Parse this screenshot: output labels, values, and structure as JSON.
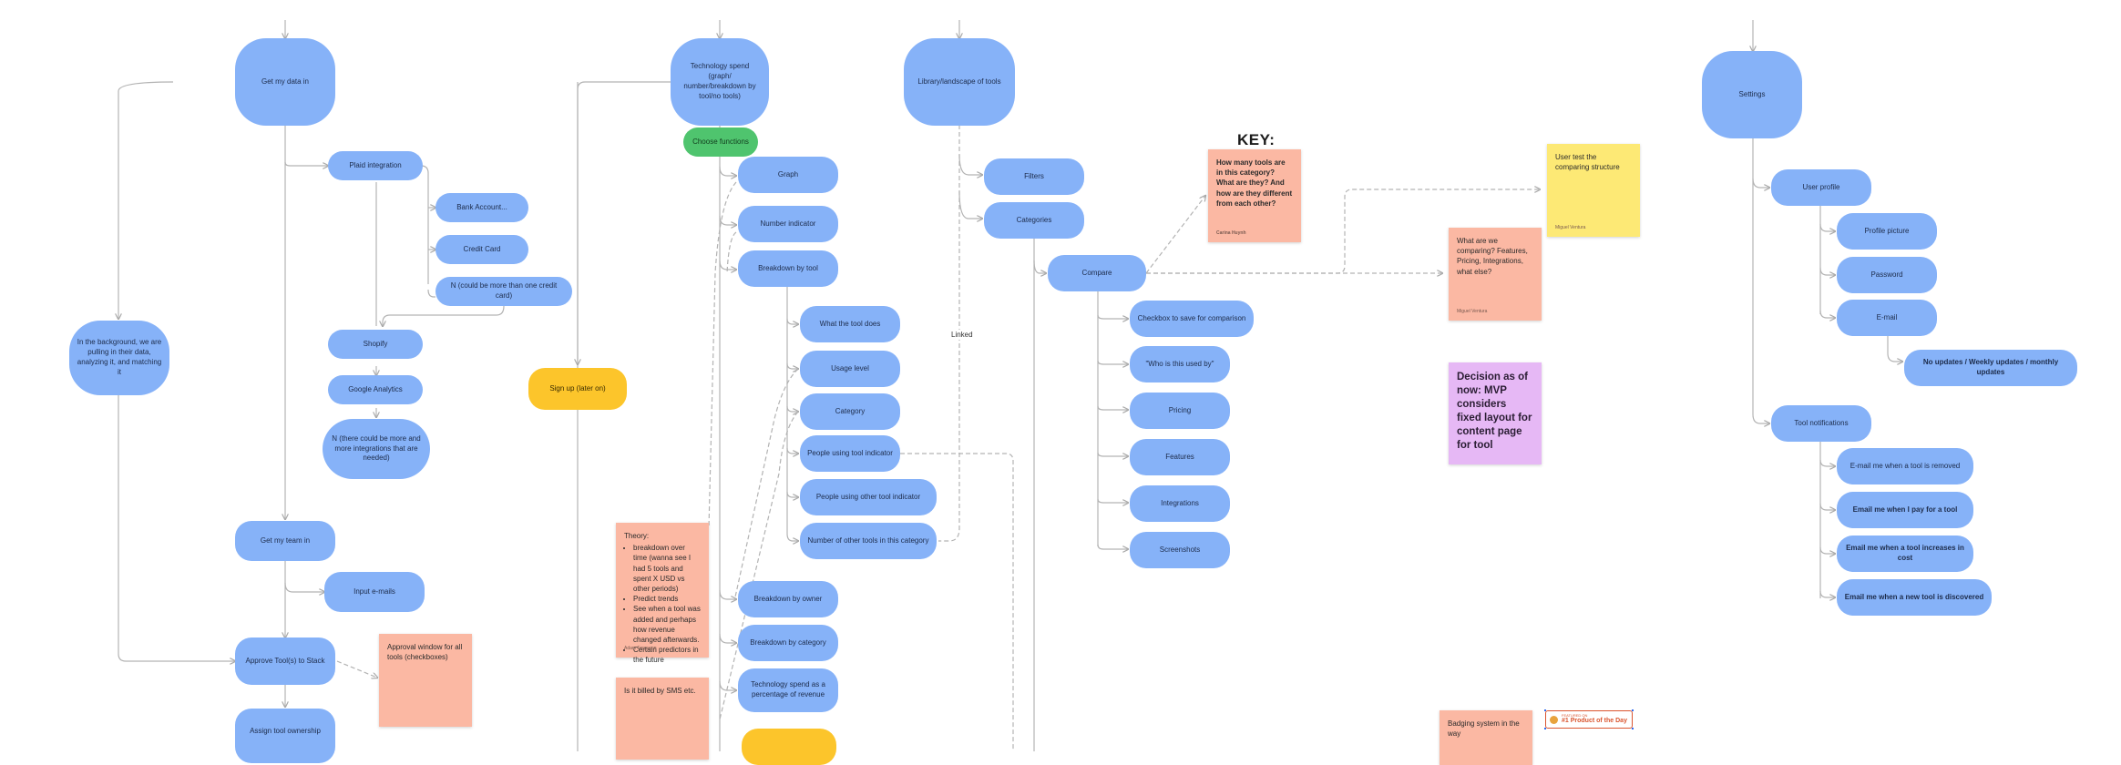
{
  "key_title": "KEY:",
  "linked_label": "Linked",
  "nodes": {
    "get_my_data_in": "Get my data in",
    "plaid_integration": "Plaid integration",
    "bank_account": "Bank Account...",
    "credit_card": "Credit Card",
    "n_credit_card": "N (could be more than one credit card)",
    "shopify": "Shopify",
    "google_analytics": "Google Analytics",
    "n_integrations": "N (there could be more and more integrations that are needed)",
    "background_pulling": "In the background, we are pulling in their data, analyzing it, and matching it",
    "get_my_team_in": "Get my team in",
    "input_emails": "Input e-mails",
    "approve_tools": "Approve Tool(s) to Stack",
    "assign_tool_ownership": "Assign tool ownership",
    "sign_up_later": "Sign up (later on)",
    "tech_spend": "Technology spend (graph/ number/breakdown by tool/no tools)",
    "choose_functions": "Choose functions",
    "graph": "Graph",
    "number_indicator": "Number indicator",
    "breakdown_by_tool": "Breakdown by tool",
    "what_tool_does": "What the tool does",
    "usage_level": "Usage level",
    "category": "Category",
    "people_using_tool_indicator": "People using tool indicator",
    "people_using_other_tool_indicator": "People using other tool indicator",
    "number_other_tools": "Number of other tools in this category",
    "breakdown_by_owner": "Breakdown by owner",
    "breakdown_by_category": "Breakdown by category",
    "tech_spend_percentage": "Technology spend as a percentage of revenue",
    "library_landscape": "Library/landscape of tools",
    "filters": "Filters",
    "categories": "Categories",
    "compare": "Compare",
    "checkbox_save": "Checkbox to save for comparison",
    "who_is_this_used_by": "\"Who is this used by\"",
    "pricing": "Pricing",
    "features": "Features",
    "integrations": "Integrations",
    "screenshots": "Screenshots",
    "settings": "Settings",
    "user_profile": "User profile",
    "profile_picture": "Profile picture",
    "password": "Password",
    "email": "E-mail",
    "no_updates": "No updates / Weekly updates / monthly updates",
    "tool_notifications": "Tool notifications",
    "email_tool_removed": "E-mail me when a tool is removed",
    "email_pay_tool": "Email me when I pay for a tool",
    "email_tool_cost": "Email me when a tool increases in cost",
    "email_new_tool": "Email me when a new tool is discovered"
  },
  "stickies": {
    "key_question": {
      "text": "How many tools are in this category? What are they? And how are they different from each other?",
      "author": "Carina Huynh"
    },
    "user_test": {
      "text": "User test the comparing structure",
      "author": "Miguel Ventura"
    },
    "what_comparing": {
      "text": "What are we comparing? Features, Pricing, Integrations, what else?",
      "author": "Miguel Ventura"
    },
    "decision": {
      "text": "Decision as of now: MVP considers fixed layout for content page for tool"
    },
    "theory": {
      "title": "Theory:",
      "items": [
        "breakdown over time (wanna see I had 5 tools and spent X USD vs other periods)",
        "Predict trends",
        "See when a tool was added and perhaps how revenue changed afterwards.",
        "Certain predictors in the future"
      ],
      "author": "Adam Ferguson"
    },
    "billed_sms": {
      "text": "Is it billed by SMS etc."
    },
    "approval_window": {
      "text": "Approval window for all tools (checkboxes)"
    },
    "badging": {
      "text": "Badging system in the way"
    }
  },
  "badge": {
    "small": "Featured on",
    "main": "#1 Product of the Day"
  },
  "colors": {
    "node_blue": "#86b2f8",
    "node_green": "#4fc46e",
    "node_yellow": "#fcc52b",
    "sticky_salmon": "#fbb8a3",
    "sticky_yellow": "#fde975",
    "sticky_purple": "#e6b8f5",
    "connector": "#a9a9a9"
  }
}
